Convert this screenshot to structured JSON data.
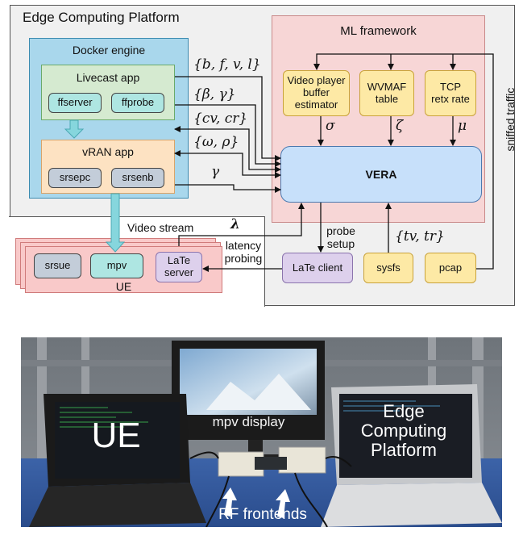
{
  "diagram": {
    "platform_title": "Edge Computing Platform",
    "docker_title": "Docker engine",
    "livecast_title": "Livecast app",
    "ffserver": "ffserver",
    "ffprobe": "ffprobe",
    "vran_title": "vRAN app",
    "srsepc": "srsepc",
    "srsenb": "srsenb",
    "ml_title": "ML framework",
    "video_player": "Video player buffer estimator",
    "wvmaf": "WVMAF table",
    "tcp": "TCP retx rate",
    "vera": "VERA",
    "sniffed": "sniffed traffic",
    "video_stream": "Video stream",
    "latency_probing": "latency probing",
    "probe_setup": "probe setup",
    "late_client": "LaTe client",
    "sysfs": "sysfs",
    "pcap": "pcap",
    "srsue": "srsue",
    "mpv": "mpv",
    "late_server": "LaTe server",
    "ue": "UE",
    "m_bfvl": "{b, f, v, l}",
    "m_bg": "{β, γ}",
    "m_cc": "{cv, cr}",
    "m_wr": "{ω, ρ}",
    "m_g": "γ",
    "m_sigma": "σ",
    "m_zeta": "ζ",
    "m_mu": "μ",
    "m_lambda": "λ",
    "m_t": "{tv, tr}"
  },
  "photo": {
    "ue_laptop": "UE",
    "monitor": "mpv display",
    "edge_laptop": "Edge Computing Platform",
    "frontends": "RF frontends"
  },
  "colors": {
    "platform_bg": "#f0f0f0",
    "docker_bg": "#a9d7ec",
    "livecast_bg": "#d5ead0",
    "vran_bg": "#fde2c2",
    "ml_bg": "#f7d6d6",
    "vera_bg": "#c7e0fa",
    "yellow_box": "#fde9a5",
    "teal_box": "#aee6e2",
    "gray_box": "#c3cdd9",
    "purple_box": "#ddd0ec",
    "ue_bg": "#f9c9c9",
    "arrow_teal": "#86d6dd"
  }
}
